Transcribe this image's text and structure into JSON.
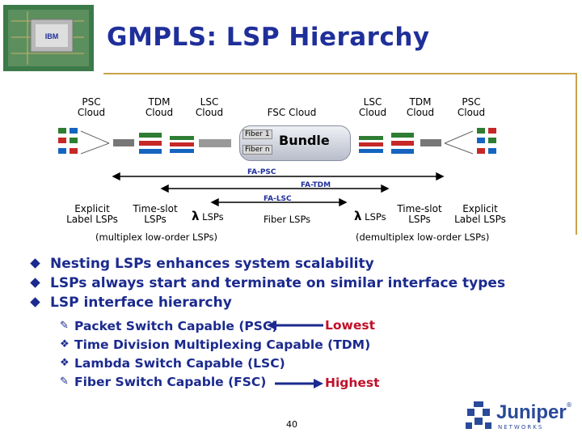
{
  "title": "GMPLS: LSP Hierarchy",
  "clouds": {
    "psc_left": "PSC\nCloud",
    "tdm_left": "TDM\nCloud",
    "lsc_left": "LSC\nCloud",
    "fsc": "FSC Cloud",
    "lsc_right": "LSC\nCloud",
    "tdm_right": "TDM\nCloud",
    "psc_right": "PSC\nCloud"
  },
  "fibers": {
    "fiber1": "Fiber 1",
    "fibern": "Fiber n",
    "bundle": "Bundle"
  },
  "fa_tags": {
    "fa_psc": "FA-PSC",
    "fa_tdm": "FA-TDM",
    "fa_lsc": "FA-LSC"
  },
  "lsp_labels": {
    "explicit_left": "Explicit\nLabel LSPs",
    "timeslot_left": "Time-slot\nLSPs",
    "lambda_left_symbol": "λ",
    "lambda_left": "LSPs",
    "fiber": "Fiber LSPs",
    "lambda_right_symbol": "λ",
    "lambda_right": "LSPs",
    "timeslot_right": "Time-slot\nLSPs",
    "explicit_right": "Explicit\nLabel LSPs",
    "multiplex": "(multiplex low-order LSPs)",
    "demultiplex": "(demultiplex low-order LSPs)"
  },
  "bullets": [
    "Nesting LSPs enhances system scalability",
    "LSPs always start and terminate on similar interface types",
    "LSP interface hierarchy"
  ],
  "sub_bullets": [
    "Packet Switch Capable (PSC)",
    "Time Division Multiplexing Capable (TDM)",
    "Lambda Switch Capable (LSC)",
    "Fiber Switch Capable (FSC)"
  ],
  "rank": {
    "lowest": "Lowest",
    "highest": "Highest"
  },
  "page_number": "40",
  "logo": {
    "name": "Juniper",
    "sub": "NETWORKS",
    "mark": "®"
  },
  "colors": {
    "title": "#1f2f9a",
    "bullets": "#1b2a8e",
    "rank": "#c0102a",
    "rule": "#c9a24a"
  },
  "icons": [
    "circuit-chip-image",
    "diamond-bullet-icon",
    "arrow-left-icon",
    "juniper-logo"
  ]
}
